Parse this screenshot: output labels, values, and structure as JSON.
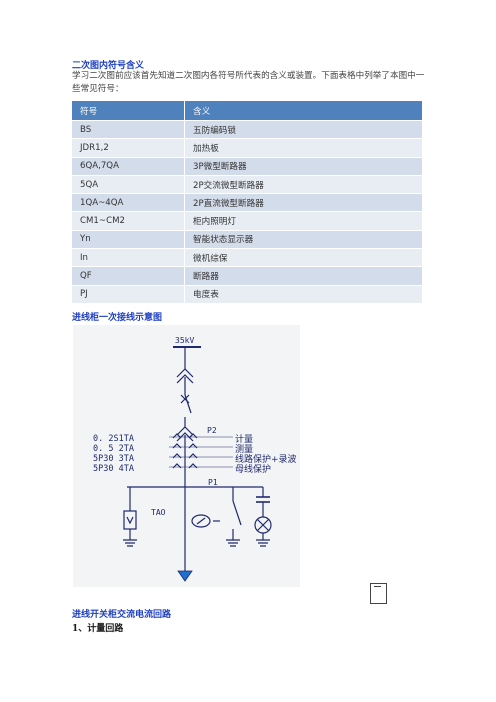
{
  "section1": {
    "title": "二次图内符号含义",
    "intro": "学习二次图前应该首先知道二次图内各符号所代表的含义或装置。下面表格中列举了本图中一些常见符号："
  },
  "table": {
    "headers": [
      "符号",
      "含义"
    ],
    "rows": [
      [
        "BS",
        "五防编码锁"
      ],
      [
        "JDR1,2",
        "加热板"
      ],
      [
        "6QA,7QA",
        "3P微型断路器"
      ],
      [
        "5QA",
        "2P交流微型断路器"
      ],
      [
        "1QA~4QA",
        "2P直流微型断路器"
      ],
      [
        "CM1~CM2",
        "柜内照明灯"
      ],
      [
        "Yn",
        "智能状态显示器"
      ],
      [
        "In",
        "微机综保"
      ],
      [
        "QF",
        "断路器"
      ],
      [
        "PJ",
        "电度表"
      ]
    ]
  },
  "section2": {
    "title": "进线柜一次接线示意图"
  },
  "diagram": {
    "voltage": "35kV",
    "p2": "P2",
    "p1": "P1",
    "tao": "TAO",
    "ct_labels": [
      "0. 2S1TA",
      "0. 5  2TA",
      "5P30 3TA",
      "5P30 4TA"
    ],
    "ct_uses": [
      "计量",
      "测量",
      "线路保护+录波",
      "母线保护"
    ]
  },
  "section3": {
    "title": "进线开关柜交流电流回路"
  },
  "section4": {
    "title": "1、计量回路"
  }
}
